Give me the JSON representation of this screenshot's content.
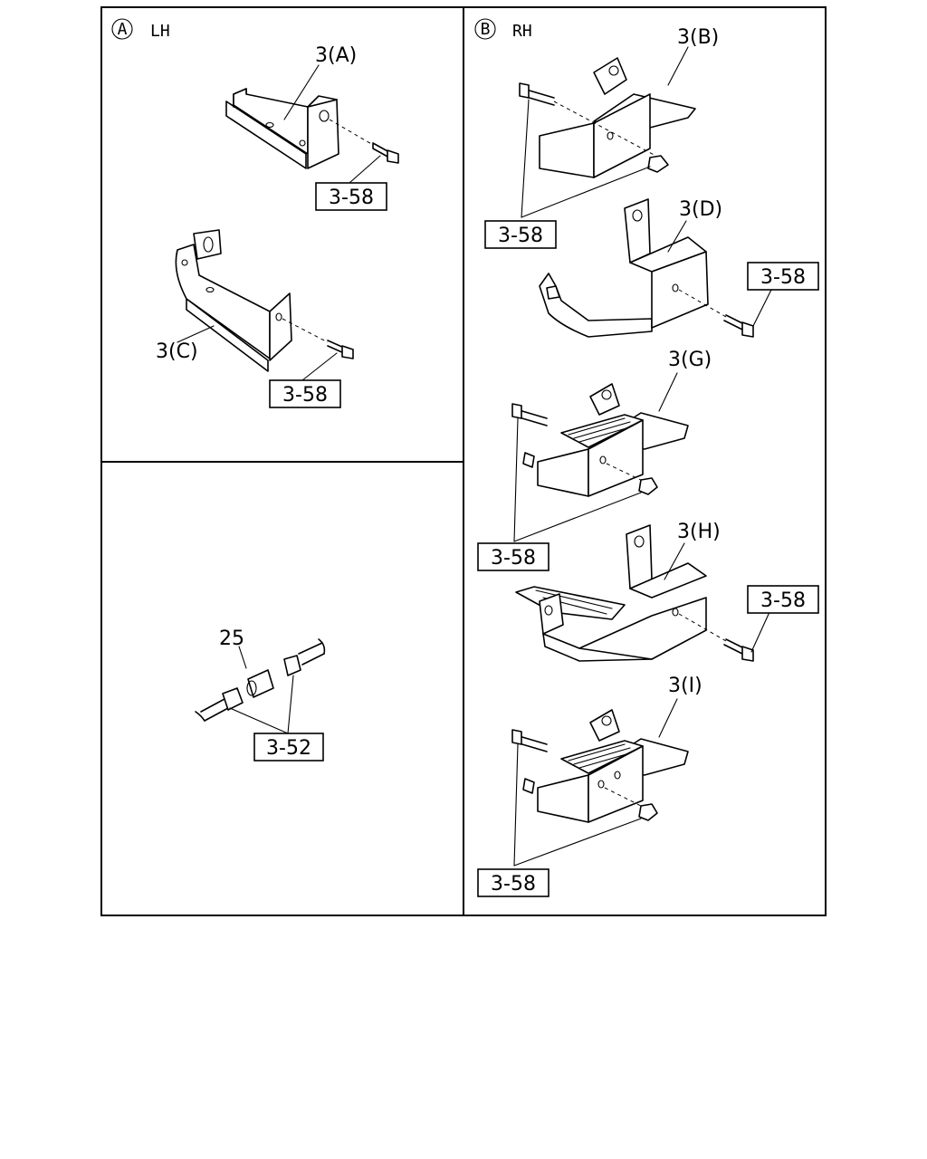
{
  "panels": {
    "left_top": {
      "marker": "A",
      "side": "LH"
    },
    "right": {
      "marker": "B",
      "side": "RH"
    }
  },
  "parts": {
    "bracket_a": "3(A)",
    "bracket_b": "3(B)",
    "bracket_c": "3(C)",
    "bracket_d": "3(D)",
    "bracket_g": "3(G)",
    "bracket_h": "3(H)",
    "bracket_i": "3(I)",
    "spacer": "25"
  },
  "callouts": {
    "lh_a_bolt": "3-58",
    "lh_c_bolt": "3-58",
    "spacer_fittings": "3-52",
    "rh_b_fasteners": "3-58",
    "rh_d_bolt": "3-58",
    "rh_g_fasteners": "3-58",
    "rh_h_bolt": "3-58",
    "rh_i_fasteners": "3-58"
  }
}
